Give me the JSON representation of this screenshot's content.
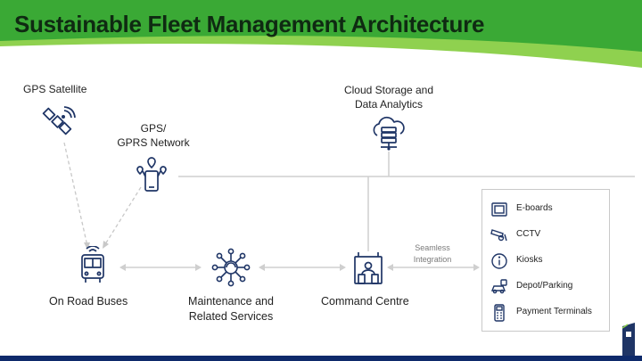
{
  "title": "Sustainable Fleet Management Architecture",
  "nodes": {
    "gps_satellite": {
      "label": "GPS Satellite",
      "icon": "satellite-icon"
    },
    "gprs_network": {
      "label_line1": "GPS/",
      "label_line2": "GPRS Network",
      "icon": "gps-network-icon"
    },
    "cloud": {
      "label_line1": "Cloud Storage and",
      "label_line2": "Data Analytics",
      "icon": "cloud-server-icon"
    },
    "buses": {
      "label": "On Road Buses",
      "icon": "bus-icon"
    },
    "maintenance": {
      "label_line1": "Maintenance and",
      "label_line2": "Related  Services",
      "icon": "maintenance-hub-icon"
    },
    "command": {
      "label": "Command Centre",
      "icon": "command-centre-icon"
    }
  },
  "connector": {
    "line1": "Seamless",
    "line2": "Integration"
  },
  "legend": [
    {
      "label": "E-boards",
      "icon": "eboard-icon"
    },
    {
      "label": "CCTV",
      "icon": "cctv-icon"
    },
    {
      "label": "Kiosks",
      "icon": "info-kiosk-icon"
    },
    {
      "label": "Depot/Parking",
      "icon": "depot-parking-icon"
    },
    {
      "label": "Payment Terminals",
      "icon": "payment-terminal-icon"
    }
  ],
  "colors": {
    "banner_light": "#8fd14f",
    "banner_dark": "#3aa935",
    "icon_navy": "#1f3566",
    "line_gray": "#cfcfcf",
    "footer": "#0e2a6b"
  }
}
